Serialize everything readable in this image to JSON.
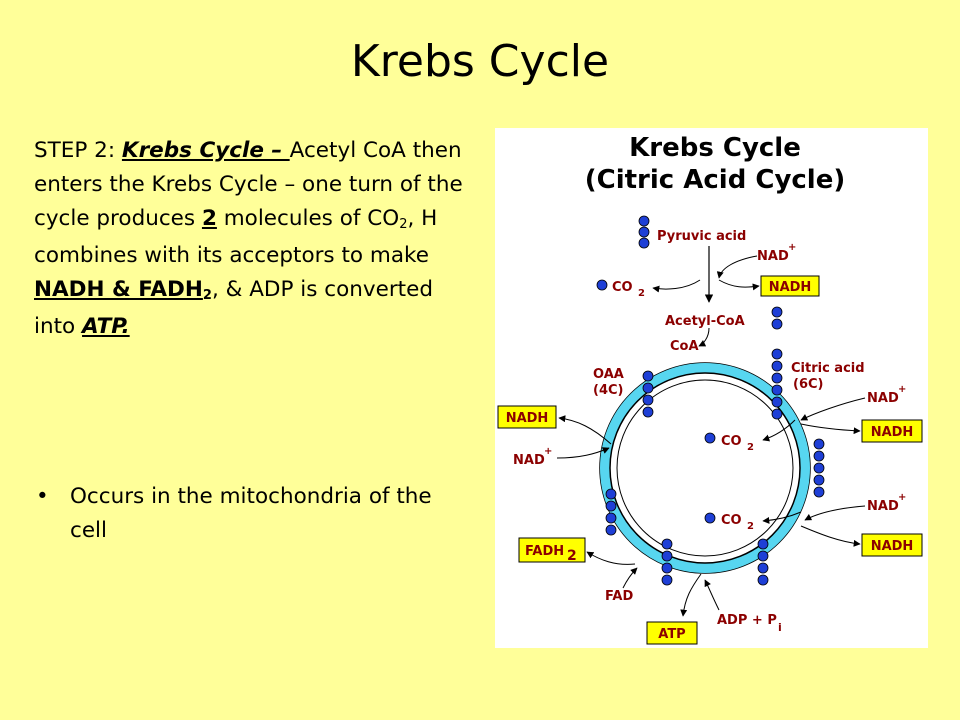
{
  "slide": {
    "title": "Krebs Cycle",
    "step": {
      "p1": "STEP 2:  ",
      "u1": "Krebs Cycle – ",
      "p2": "Acetyl CoA then enters the Krebs Cycle – one turn of the cycle produces ",
      "u2": "2",
      "p3": " molecules of CO",
      "sub1": "2",
      "p4": ", H combines with its acceptors to make ",
      "u3": "NADH & FADH",
      "sub2": "2",
      "p5": ", & ADP is converted into ",
      "u4": "ATP."
    },
    "bullet": "Occurs in the mitochondria of the cell"
  },
  "diagram": {
    "title_line1": "Krebs Cycle",
    "title_line2": "(Citric Acid Cycle)",
    "labels": {
      "pyruvic_acid": "Pyruvic acid",
      "nad": "NAD",
      "plus": "+",
      "co2": "CO",
      "two": "2",
      "nadh": "NADH",
      "acetyl_coa": "Acetyl-CoA",
      "coa": "CoA",
      "oaa": "OAA",
      "four_c": "(4C)",
      "citric_acid": "Citric acid",
      "six_c": "(6C)",
      "fadh": "FADH",
      "fad": "FAD",
      "atp": "ATP",
      "adp_p": "ADP + P",
      "i": "i"
    },
    "colors": {
      "ring": "#57d6f0",
      "box": "#ffff00",
      "dot": "#1e3fd6",
      "text": "#8b0000"
    }
  }
}
